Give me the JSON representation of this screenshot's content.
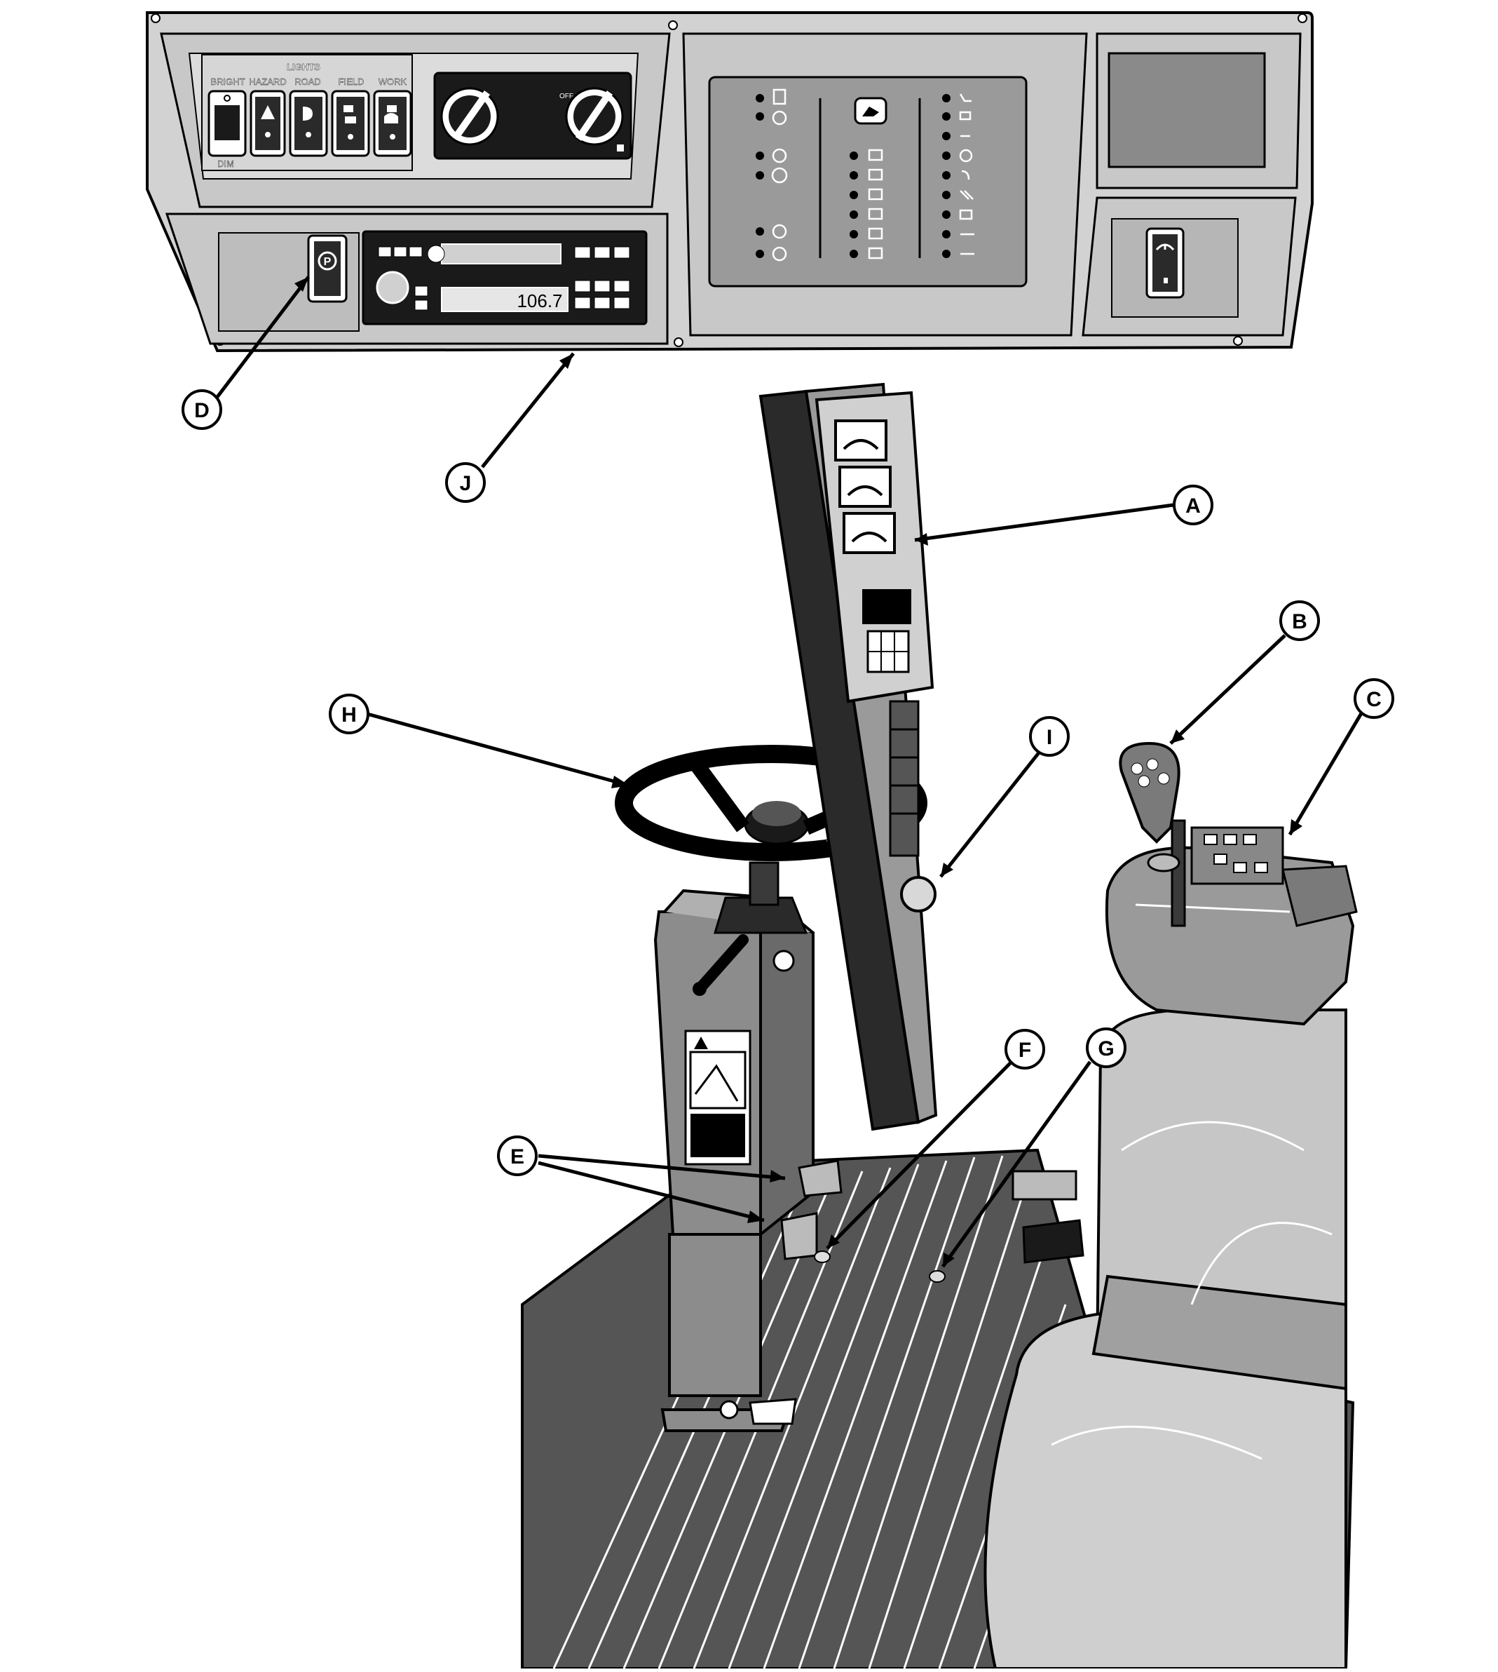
{
  "dashboard": {
    "lights_title": "LIGHTS",
    "switch_labels": [
      "BRIGHT",
      "HAZARD",
      "ROAD",
      "FIELD",
      "WORK"
    ],
    "dim_label": "DIM",
    "rotary_label": "OFF",
    "radio_frequency": "106.7",
    "park_symbol": "P"
  },
  "callouts": {
    "A": "A",
    "B": "B",
    "C": "C",
    "D": "D",
    "E": "E",
    "F": "F",
    "G": "G",
    "H": "H",
    "I": "I",
    "J": "J"
  },
  "colors": {
    "outline": "#000000",
    "panel_gray": "#cfcfcf",
    "mid_gray": "#a8a8a8",
    "dark_gray": "#6e6e6e",
    "floor_gray": "#4a4a4a",
    "seat_gray": "#c4c4c4"
  }
}
